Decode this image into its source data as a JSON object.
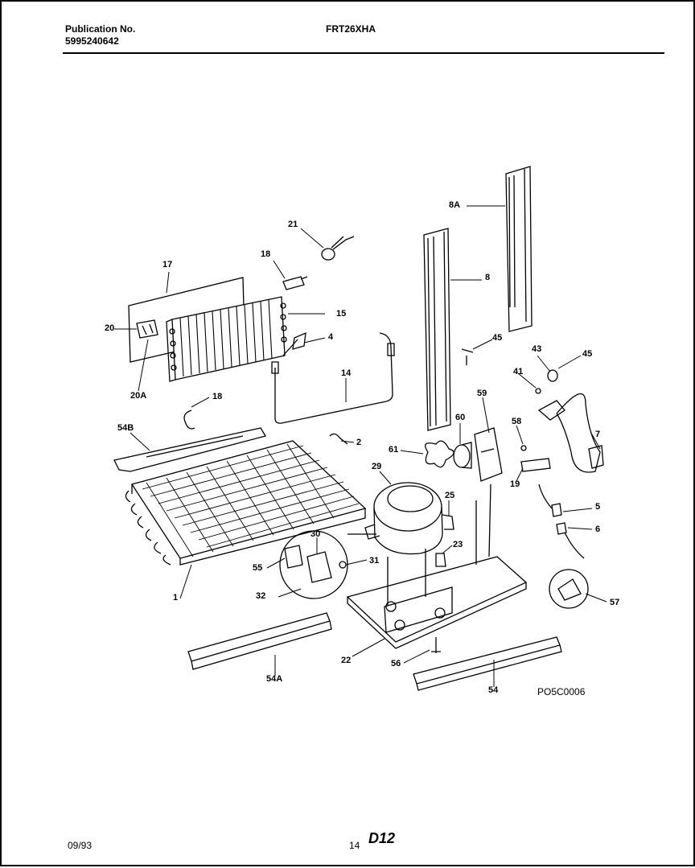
{
  "header": {
    "publication_label": "Publication No.",
    "publication_number": "5995240642",
    "model": "FRT26XHA"
  },
  "footer": {
    "date": "09/93",
    "page_number": "14",
    "section": "D12",
    "diagram_code": "PO5C0006"
  },
  "callouts": [
    "21",
    "18",
    "17",
    "15",
    "20",
    "4",
    "20A",
    "14",
    "18",
    "54B",
    "2",
    "8A",
    "8",
    "45",
    "43",
    "45",
    "41",
    "59",
    "60",
    "61",
    "58",
    "7",
    "29",
    "19",
    "25",
    "5",
    "6",
    "30",
    "23",
    "55",
    "31",
    "32",
    "1",
    "57",
    "22",
    "56",
    "54A",
    "54"
  ]
}
